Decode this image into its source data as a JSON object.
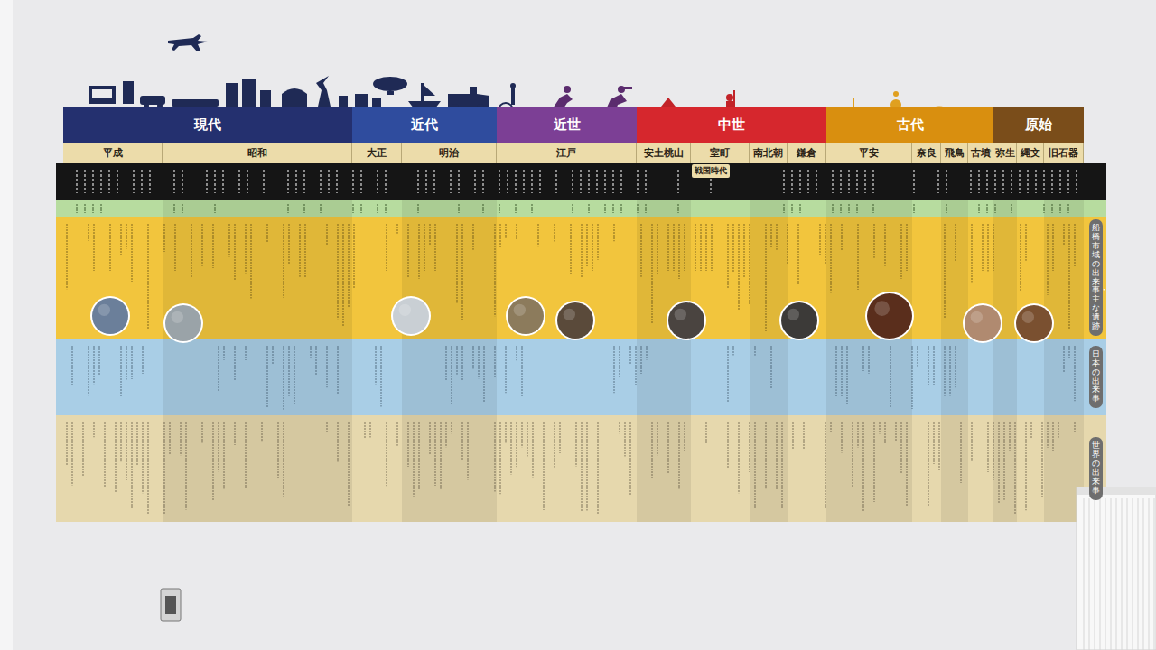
{
  "diagram": {
    "nodes": [
      {
        "text": [
          "現代"
        ]
      },
      {
        "text": [
          "近代"
        ]
      },
      {
        "text": [
          "近世"
        ]
      },
      {
        "text": [
          "中世"
        ]
      },
      {
        "text": [
          "古代"
        ]
      },
      {
        "text": [
          "原始"
        ]
      },
      {
        "text": [
          "平成"
        ]
      },
      {
        "text": [
          "昭和"
        ]
      },
      {
        "text": [
          "大正"
        ]
      },
      {
        "text": [
          "明治"
        ]
      },
      {
        "text": [
          "江戸"
        ]
      },
      {
        "text": [
          "安土桃山"
        ]
      },
      {
        "text": [
          "室町"
        ]
      },
      {
        "text": [
          "南北朝"
        ]
      },
      {
        "text": [
          "鎌倉"
        ]
      },
      {
        "text": [
          "平安"
        ]
      },
      {
        "text": [
          "奈良"
        ]
      },
      {
        "text": [
          "飛鳥"
        ]
      },
      {
        "text": [
          "古墳"
        ]
      },
      {
        "text": [
          "弥生"
        ]
      },
      {
        "text": [
          "縄文"
        ]
      },
      {
        "text": [
          "旧石器"
        ]
      },
      {
        "text": [
          "戦国時代"
        ]
      },
      {
        "text": [
          "船橋市域の出来事・主な遺跡"
        ]
      },
      {
        "text": [
          "日本の出来事"
        ]
      },
      {
        "text": [
          "世界の出来事"
        ]
      }
    ]
  }
}
